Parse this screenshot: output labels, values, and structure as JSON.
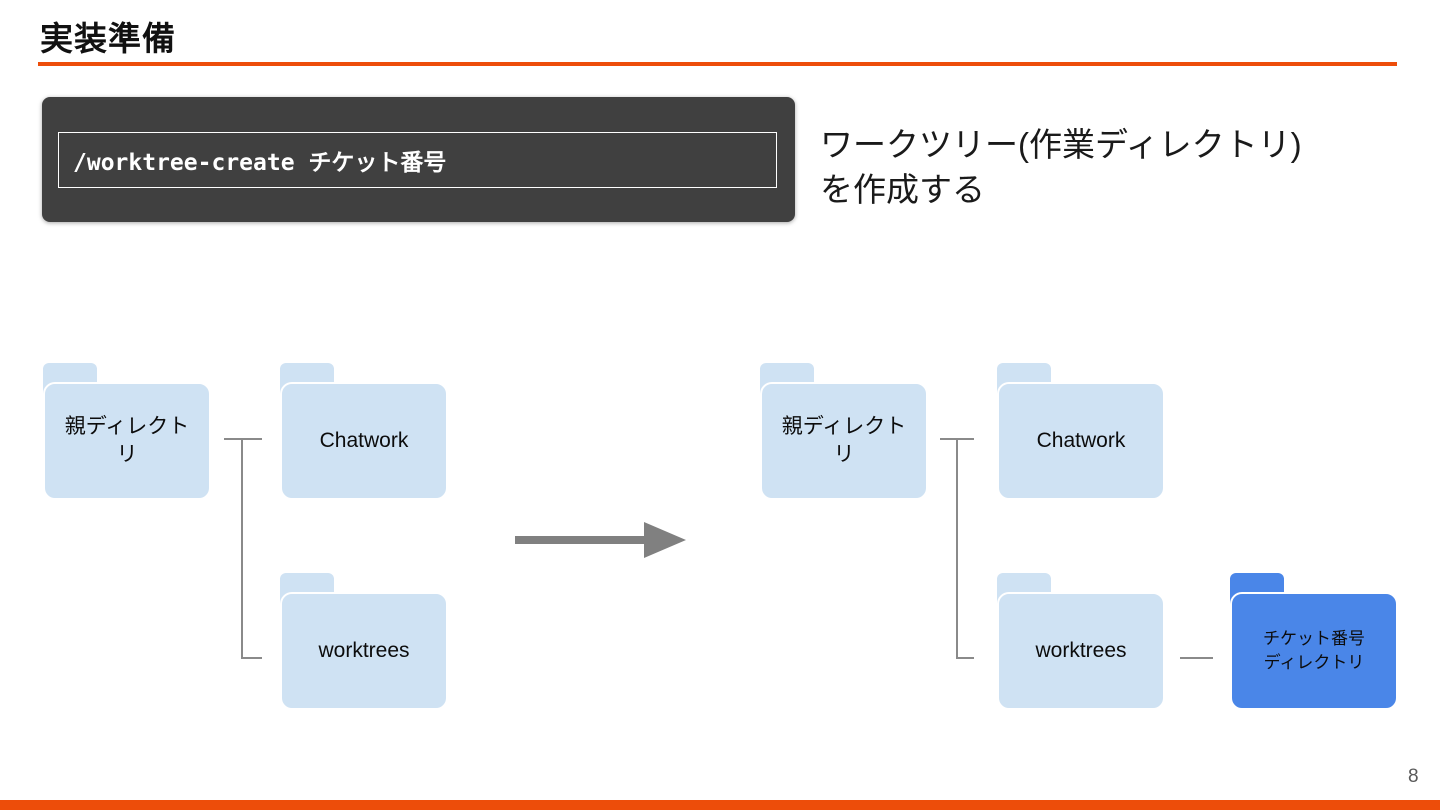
{
  "slide": {
    "title": "実装準備",
    "page_number": "8",
    "command_box": {
      "command": "/worktree-create チケット番号"
    },
    "description": {
      "line1": "ワークツリー(作業ディレクトリ)",
      "line2": "を作成する"
    },
    "diagram_before": {
      "parent_folder": "親ディレクトリ",
      "children": [
        "Chatwork",
        "worktrees"
      ]
    },
    "diagram_after": {
      "parent_folder": "親ディレクトリ",
      "children": [
        "Chatwork",
        "worktrees"
      ],
      "new_folder": {
        "line1": "チケット番号",
        "line2": "ディレクトリ"
      }
    },
    "colors": {
      "accent_orange": "#ED4D0A",
      "terminal_bg": "#404040",
      "folder_light": "#CFE2F3",
      "folder_blue": "#4A86E8",
      "connector_gray": "#8A8A8A",
      "arrow_gray": "#808080"
    }
  }
}
